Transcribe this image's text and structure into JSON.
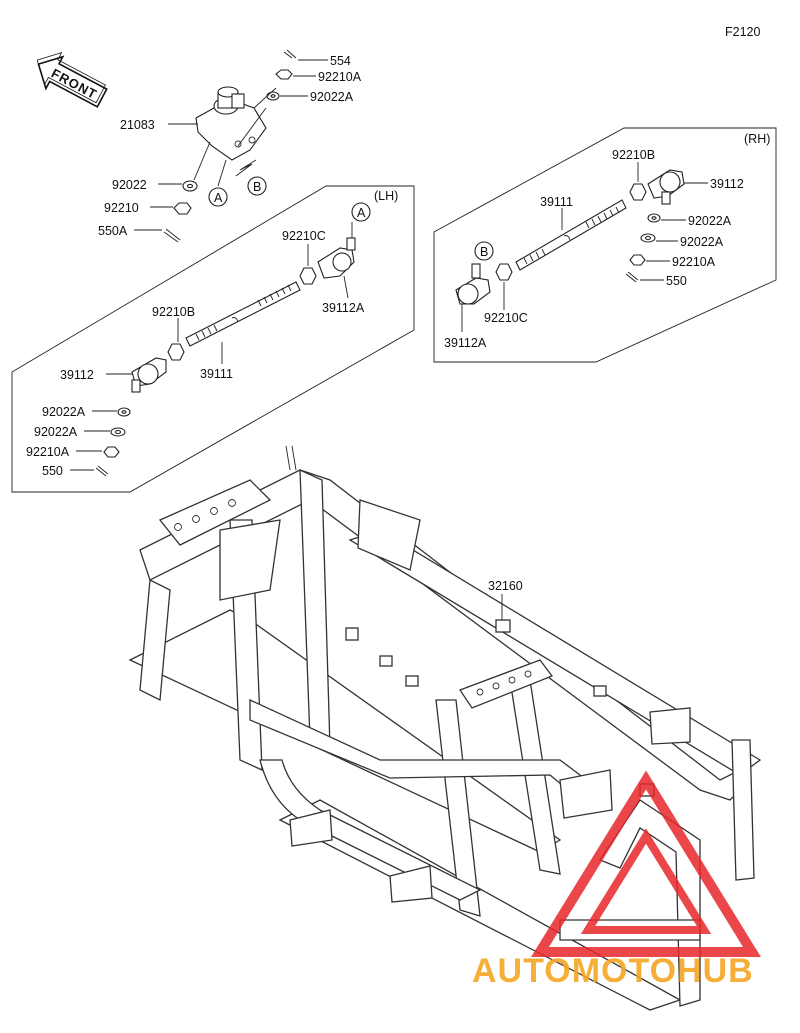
{
  "diagram": {
    "figure_code": "F2120",
    "front_label": "FRONT",
    "groups": {
      "lh": "(LH)",
      "rh": "(RH)"
    },
    "callouts": {
      "a": "A",
      "b": "B"
    },
    "parts": {
      "p554": "554",
      "p92210A_top": "92210A",
      "p92022A_top": "92022A",
      "p21083": "21083",
      "p92022": "92022",
      "p92210": "92210",
      "p550A": "550A",
      "lh_92210C": "92210C",
      "lh_39112A": "39112A",
      "lh_92210B": "92210B",
      "lh_39112": "39112",
      "lh_39111": "39111",
      "lh_92022A_1": "92022A",
      "lh_92022A_2": "92022A",
      "lh_92210A": "92210A",
      "lh_550": "550",
      "rh_92210B": "92210B",
      "rh_39112": "39112",
      "rh_39111": "39111",
      "rh_92022A_1": "92022A",
      "rh_92022A_2": "92022A",
      "rh_92210A": "92210A",
      "rh_550": "550",
      "rh_92210C": "92210C",
      "rh_39112A": "39112A",
      "p32160": "32160"
    },
    "watermark": {
      "text": "AUTOMOTOHUB",
      "color": "#f5a623",
      "triangle_color": "#e8262a"
    }
  }
}
